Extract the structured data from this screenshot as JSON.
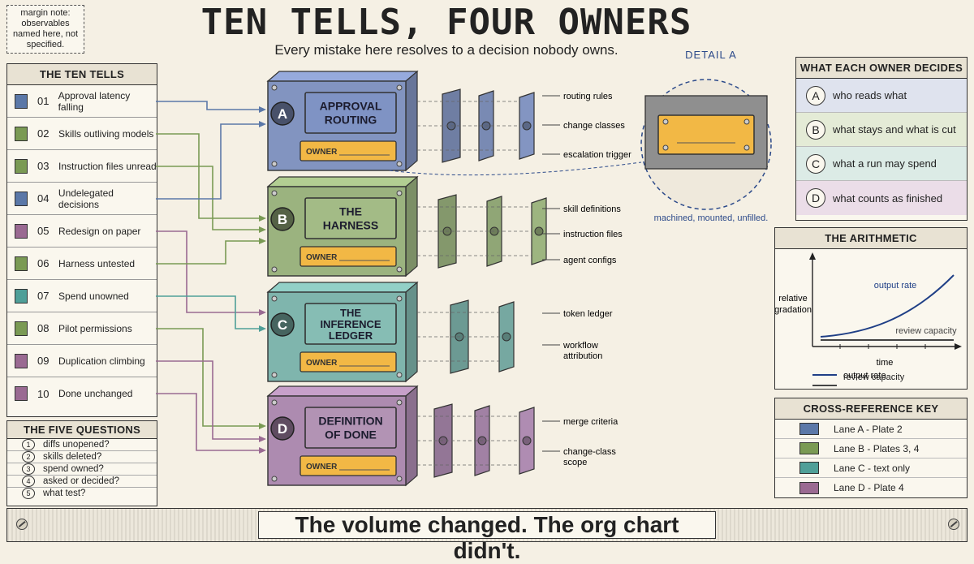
{
  "margin_note": "margin note: observables named here, not specified.",
  "title": "TEN TELLS, FOUR OWNERS",
  "subtitle": "Every mistake here resolves to a decision nobody owns.",
  "tells": {
    "heading": "THE TEN TELLS",
    "items": [
      {
        "num": "01",
        "label": "Approval latency falling",
        "color": "#5b78a8"
      },
      {
        "num": "02",
        "label": "Skills outliving models",
        "color": "#7a9a54"
      },
      {
        "num": "03",
        "label": "Instruction files unread",
        "color": "#7a9a54"
      },
      {
        "num": "04",
        "label": "Undelegated decisions",
        "color": "#5b78a8"
      },
      {
        "num": "05",
        "label": "Redesign on paper",
        "color": "#9a6a92"
      },
      {
        "num": "06",
        "label": "Harness untested",
        "color": "#7a9a54"
      },
      {
        "num": "07",
        "label": "Spend unowned",
        "color": "#4f9f98"
      },
      {
        "num": "08",
        "label": "Pilot permissions",
        "color": "#7a9a54"
      },
      {
        "num": "09",
        "label": "Duplication climbing",
        "color": "#9a6a92"
      },
      {
        "num": "10",
        "label": "Done unchanged",
        "color": "#9a6a92"
      }
    ]
  },
  "questions": {
    "heading": "THE FIVE QUESTIONS",
    "items": [
      {
        "num": "1",
        "text": "diffs unopened?"
      },
      {
        "num": "2",
        "text": "skills deleted?"
      },
      {
        "num": "3",
        "text": "spend owned?"
      },
      {
        "num": "4",
        "text": "asked or decided?"
      },
      {
        "num": "5",
        "text": "what test?"
      }
    ]
  },
  "plates": [
    {
      "letter": "A",
      "title": "APPROVAL ROUTING",
      "owner_label": "OWNER",
      "color": "#8294c0",
      "plate": "#7f93c4",
      "parts": [
        "routing rules",
        "change classes",
        "escalation trigger"
      ]
    },
    {
      "letter": "B",
      "title": "THE HARNESS",
      "owner_label": "OWNER",
      "color": "#9bb37f",
      "plate": "#a3bb86",
      "parts": [
        "skill definitions",
        "instruction files",
        "agent configs"
      ]
    },
    {
      "letter": "C",
      "title": "THE INFERENCE LEDGER",
      "owner_label": "OWNER",
      "color": "#7fb5ad",
      "plate": "#86bdb4",
      "parts": [
        "token ledger",
        "workflow attribution"
      ]
    },
    {
      "letter": "D",
      "title": "DEFINITION OF DONE",
      "owner_label": "OWNER",
      "color": "#ad8bb0",
      "plate": "#b293b4",
      "parts": [
        "merge criteria",
        "change-class scope"
      ]
    }
  ],
  "detail": {
    "label": "DETAIL A",
    "caption": "machined, mounted, unfilled."
  },
  "owners": {
    "heading": "WHAT EACH OWNER DECIDES",
    "items": [
      {
        "letter": "A",
        "text": "who reads what",
        "color": "#dfe3ee"
      },
      {
        "letter": "B",
        "text": "what stays and what is cut",
        "color": "#e4ebd6"
      },
      {
        "letter": "C",
        "text": "what a run may spend",
        "color": "#dcebe6"
      },
      {
        "letter": "D",
        "text": "what counts as finished",
        "color": "#ebdde8"
      }
    ]
  },
  "arithmetic": {
    "heading": "THE ARITHMETIC",
    "ylabel": "relative gradation",
    "xlabel": "time",
    "series": [
      {
        "name": "output rate",
        "color": "#1f3f86"
      },
      {
        "name": "review capacity",
        "color": "#444444"
      }
    ]
  },
  "key": {
    "heading": "CROSS-REFERENCE KEY",
    "items": [
      {
        "text": "Lane A - Plate 2",
        "color": "#5b78a8"
      },
      {
        "text": "Lane B - Plates 3, 4",
        "color": "#7a9a54"
      },
      {
        "text": "Lane C - text only",
        "color": "#4f9f98"
      },
      {
        "text": "Lane D - Plate 4",
        "color": "#9a6a92"
      }
    ]
  },
  "footer": "The volume changed. The org chart didn't."
}
